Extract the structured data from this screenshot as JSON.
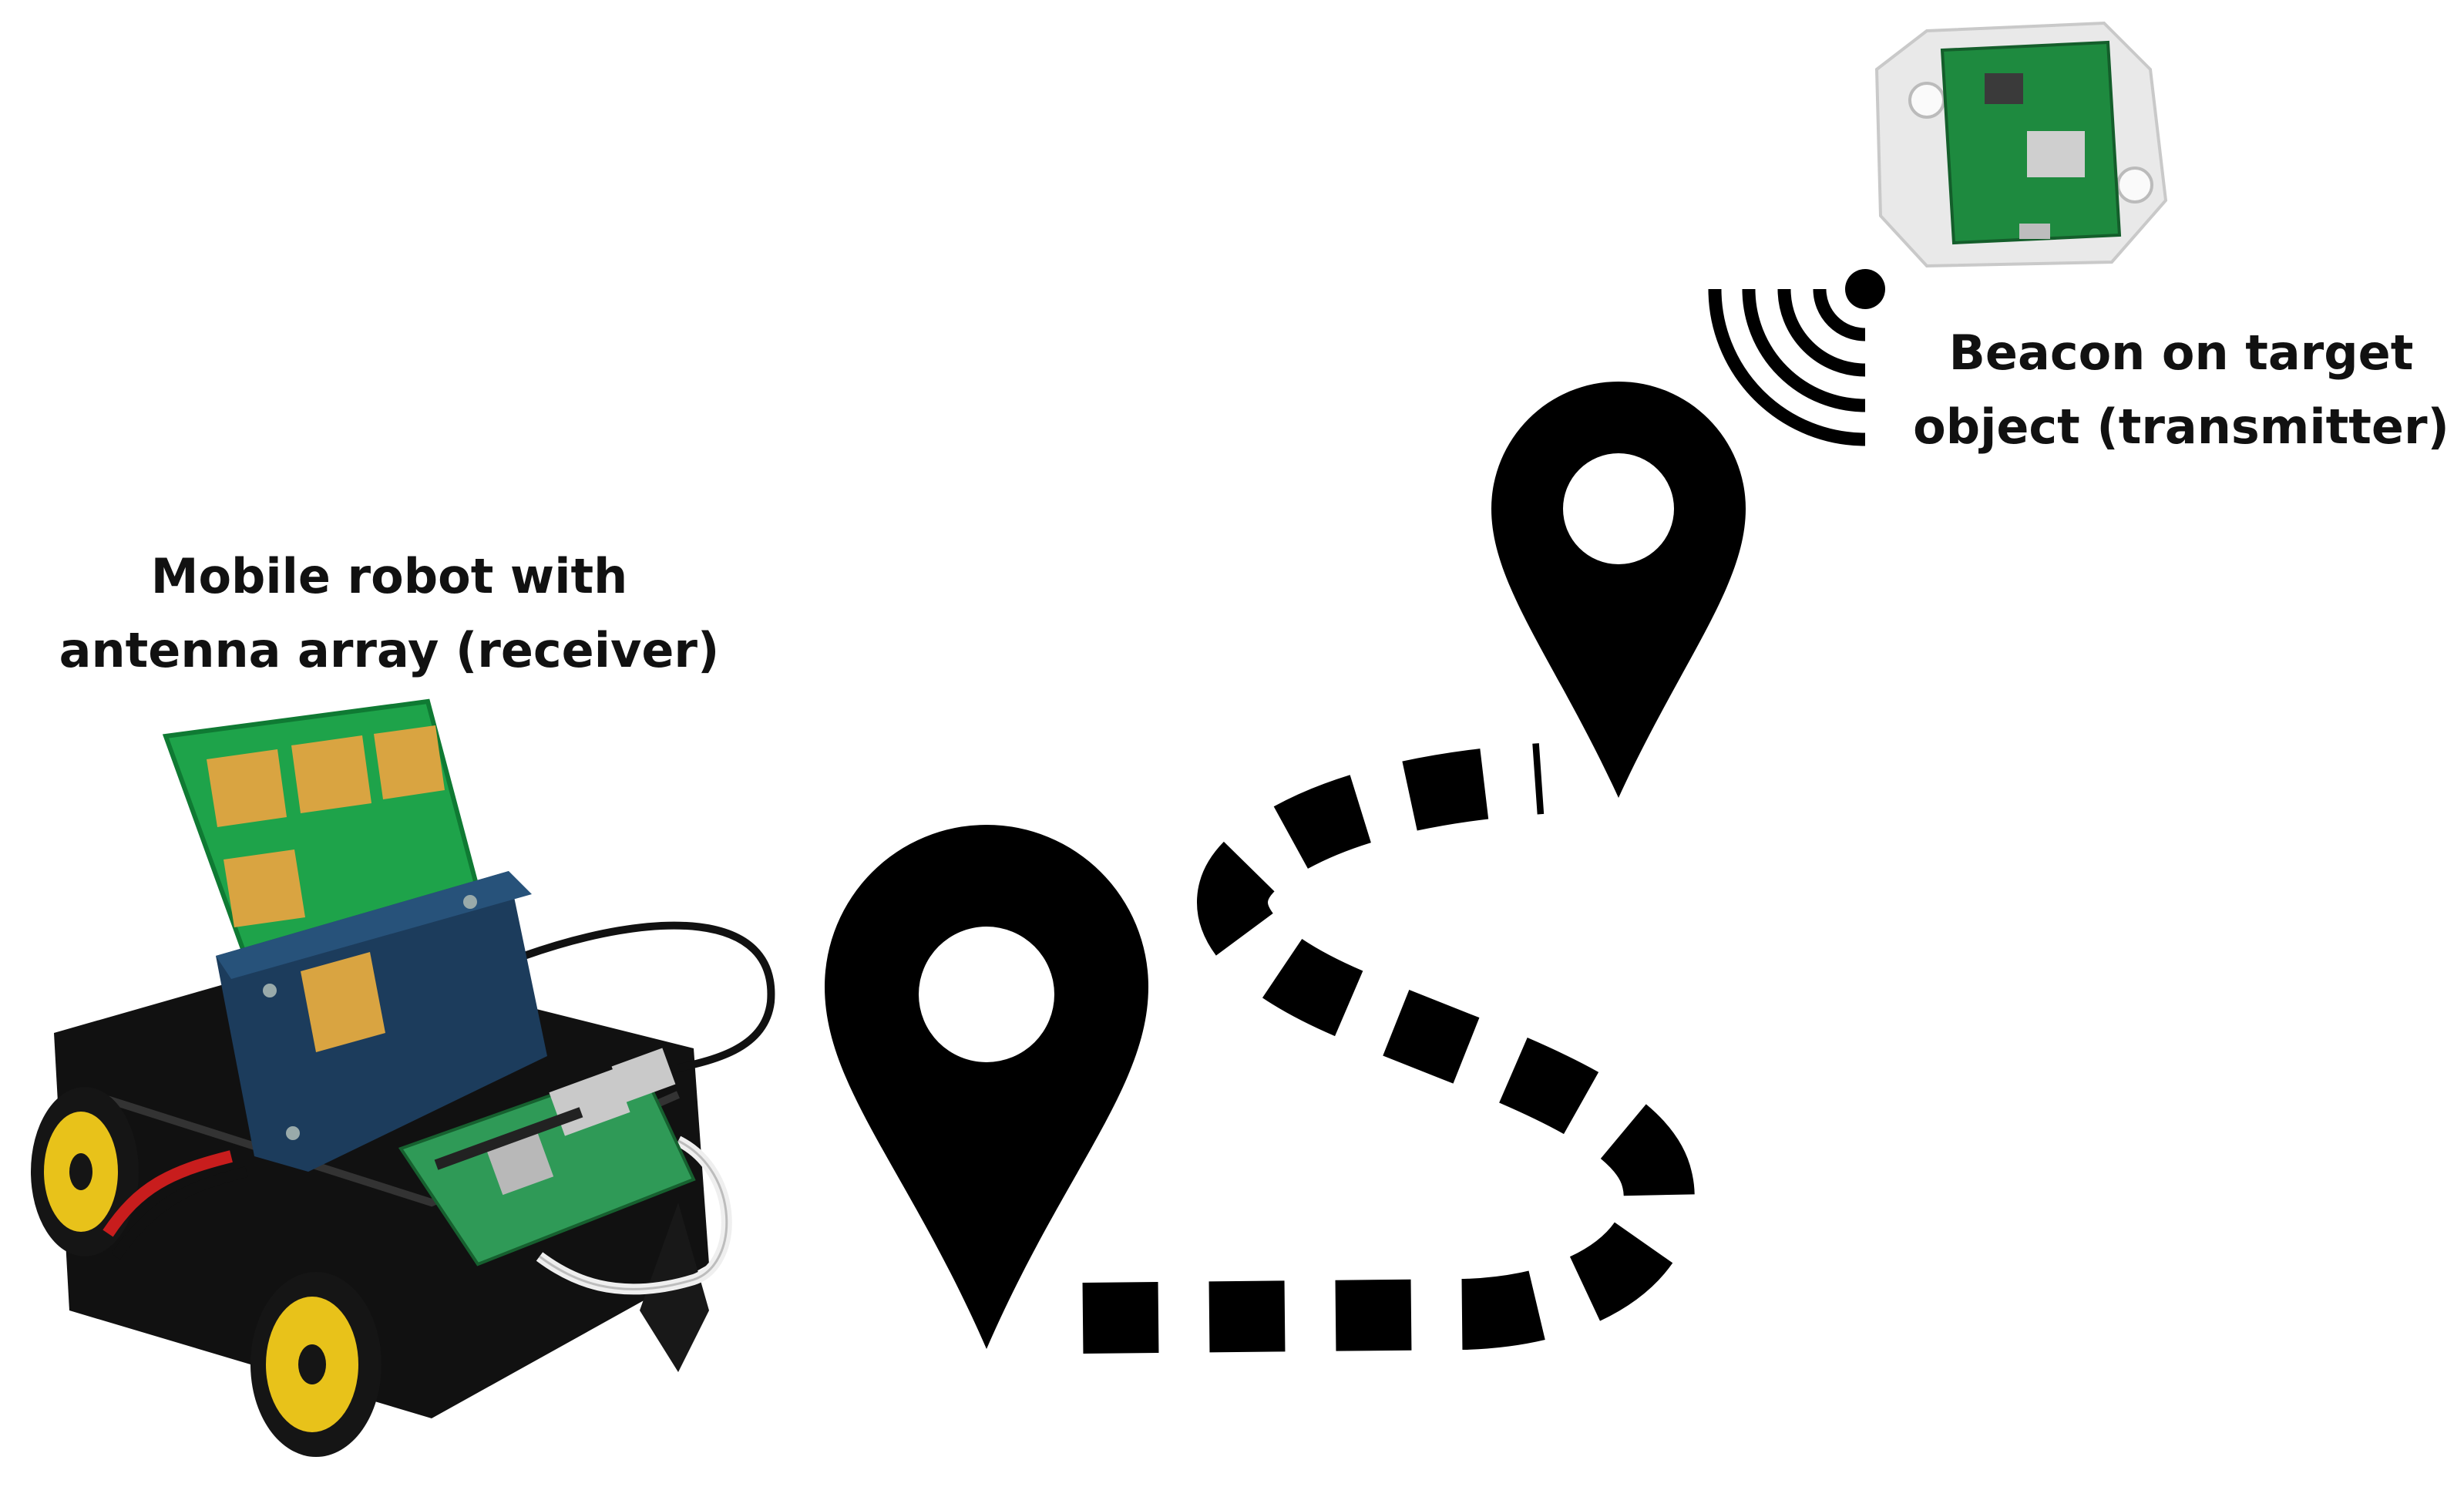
{
  "figure": {
    "robot_label": {
      "line1": "Mobile robot with",
      "line2": "antenna array (receiver)"
    },
    "beacon_label": {
      "line1": "Beacon on target",
      "line2": "object (transmitter)"
    },
    "icons": {
      "start": "map-pin-icon",
      "end": "map-pin-icon",
      "signal": "wireless-signal-icon",
      "path": "dashed-path"
    },
    "colors": {
      "ink": "#000000",
      "pcb_green": "#1ea34a",
      "antenna_gold": "#d9a441",
      "housing_blue": "#1c3c5c",
      "wheel_yellow": "#e8c21a",
      "enclosure": "#e9e9e9"
    }
  }
}
